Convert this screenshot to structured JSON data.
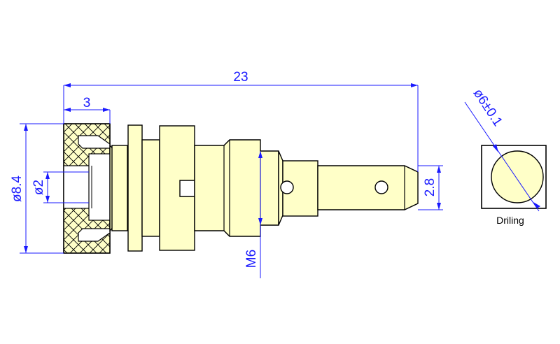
{
  "colors": {
    "part_fill": "#ffffc8",
    "outline": "#000000",
    "dimension": "#1a1aff",
    "background": "#ffffff"
  },
  "dimensions": {
    "overall_length": "23",
    "head_length": "3",
    "head_diameter": "ø8.4",
    "bore_diameter": "ø2",
    "thread": "M6",
    "tab_width": "2.8",
    "drill_diameter": "ø6±0.1"
  },
  "drilling": {
    "label": "Driling"
  }
}
